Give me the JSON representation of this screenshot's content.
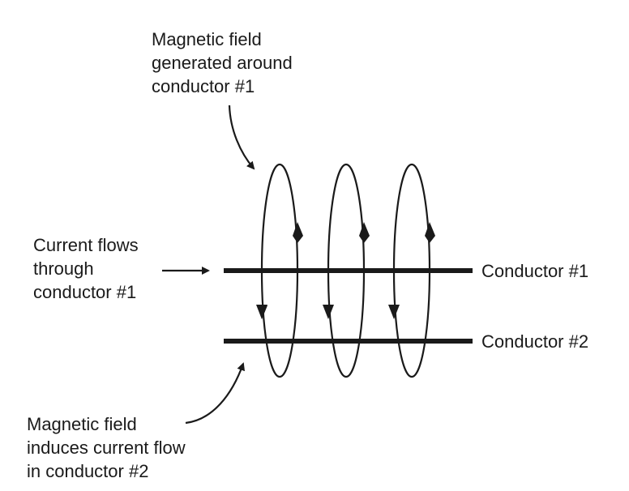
{
  "labels": {
    "top": [
      "Magnetic field",
      "generated around",
      "conductor #1"
    ],
    "current": [
      "Current flows",
      "through",
      "conductor #1"
    ],
    "bottom": [
      "Magnetic field",
      "induces current flow",
      "in conductor #2"
    ],
    "conductor1": "Conductor #1",
    "conductor2": "Conductor #2"
  }
}
